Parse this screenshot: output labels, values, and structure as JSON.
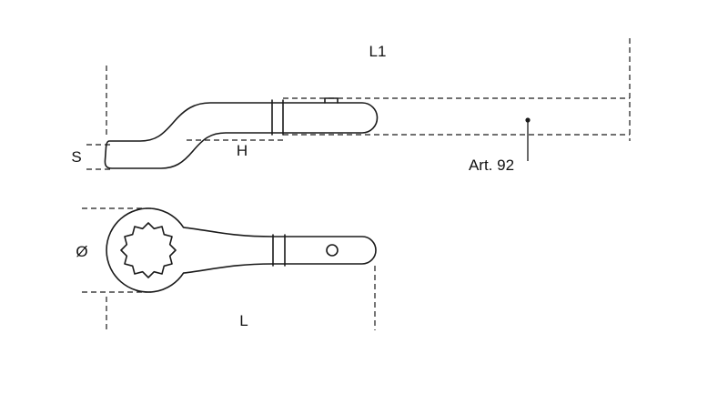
{
  "labels": {
    "dim_l1": "L1",
    "dim_s": "S",
    "dim_h": "H",
    "art_ref": "Art. 92",
    "dim_diameter": "Ø",
    "dim_l": "L"
  },
  "colors": {
    "line": "#1a1a1a",
    "background": "#ffffff"
  }
}
